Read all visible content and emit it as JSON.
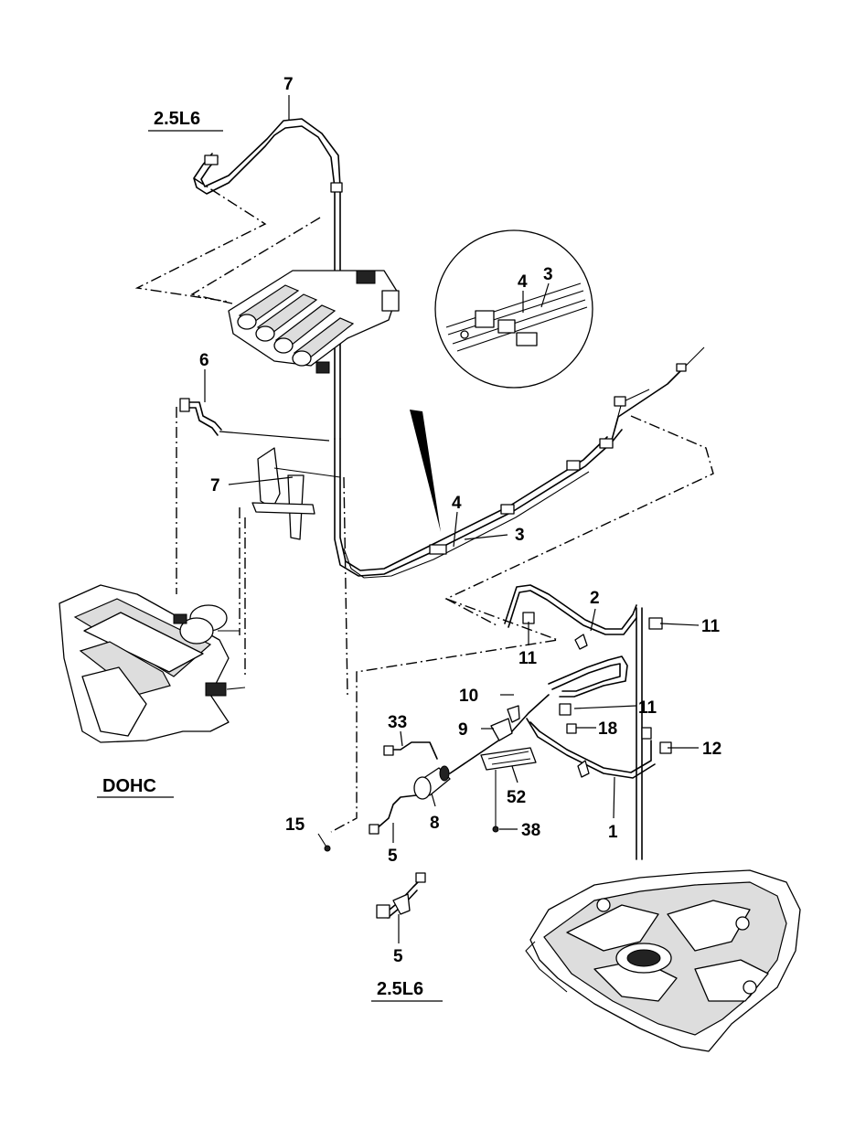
{
  "sections": {
    "top": "2.5L6",
    "engine": "DOHC",
    "bottom": "2.5L6"
  },
  "callouts": {
    "p7_top": "7",
    "p6": "6",
    "p7_mid": "7",
    "p4_detail": "4",
    "p3_detail": "3",
    "p4": "4",
    "p3": "3",
    "p2": "2",
    "p11_a": "11",
    "p11_b": "11",
    "p11_c": "11",
    "p10": "10",
    "p9": "9",
    "p18": "18",
    "p12": "12",
    "p33": "33",
    "p52": "52",
    "p8": "8",
    "p1": "1",
    "p38": "38",
    "p15": "15",
    "p5_a": "5",
    "p5_b": "5"
  }
}
